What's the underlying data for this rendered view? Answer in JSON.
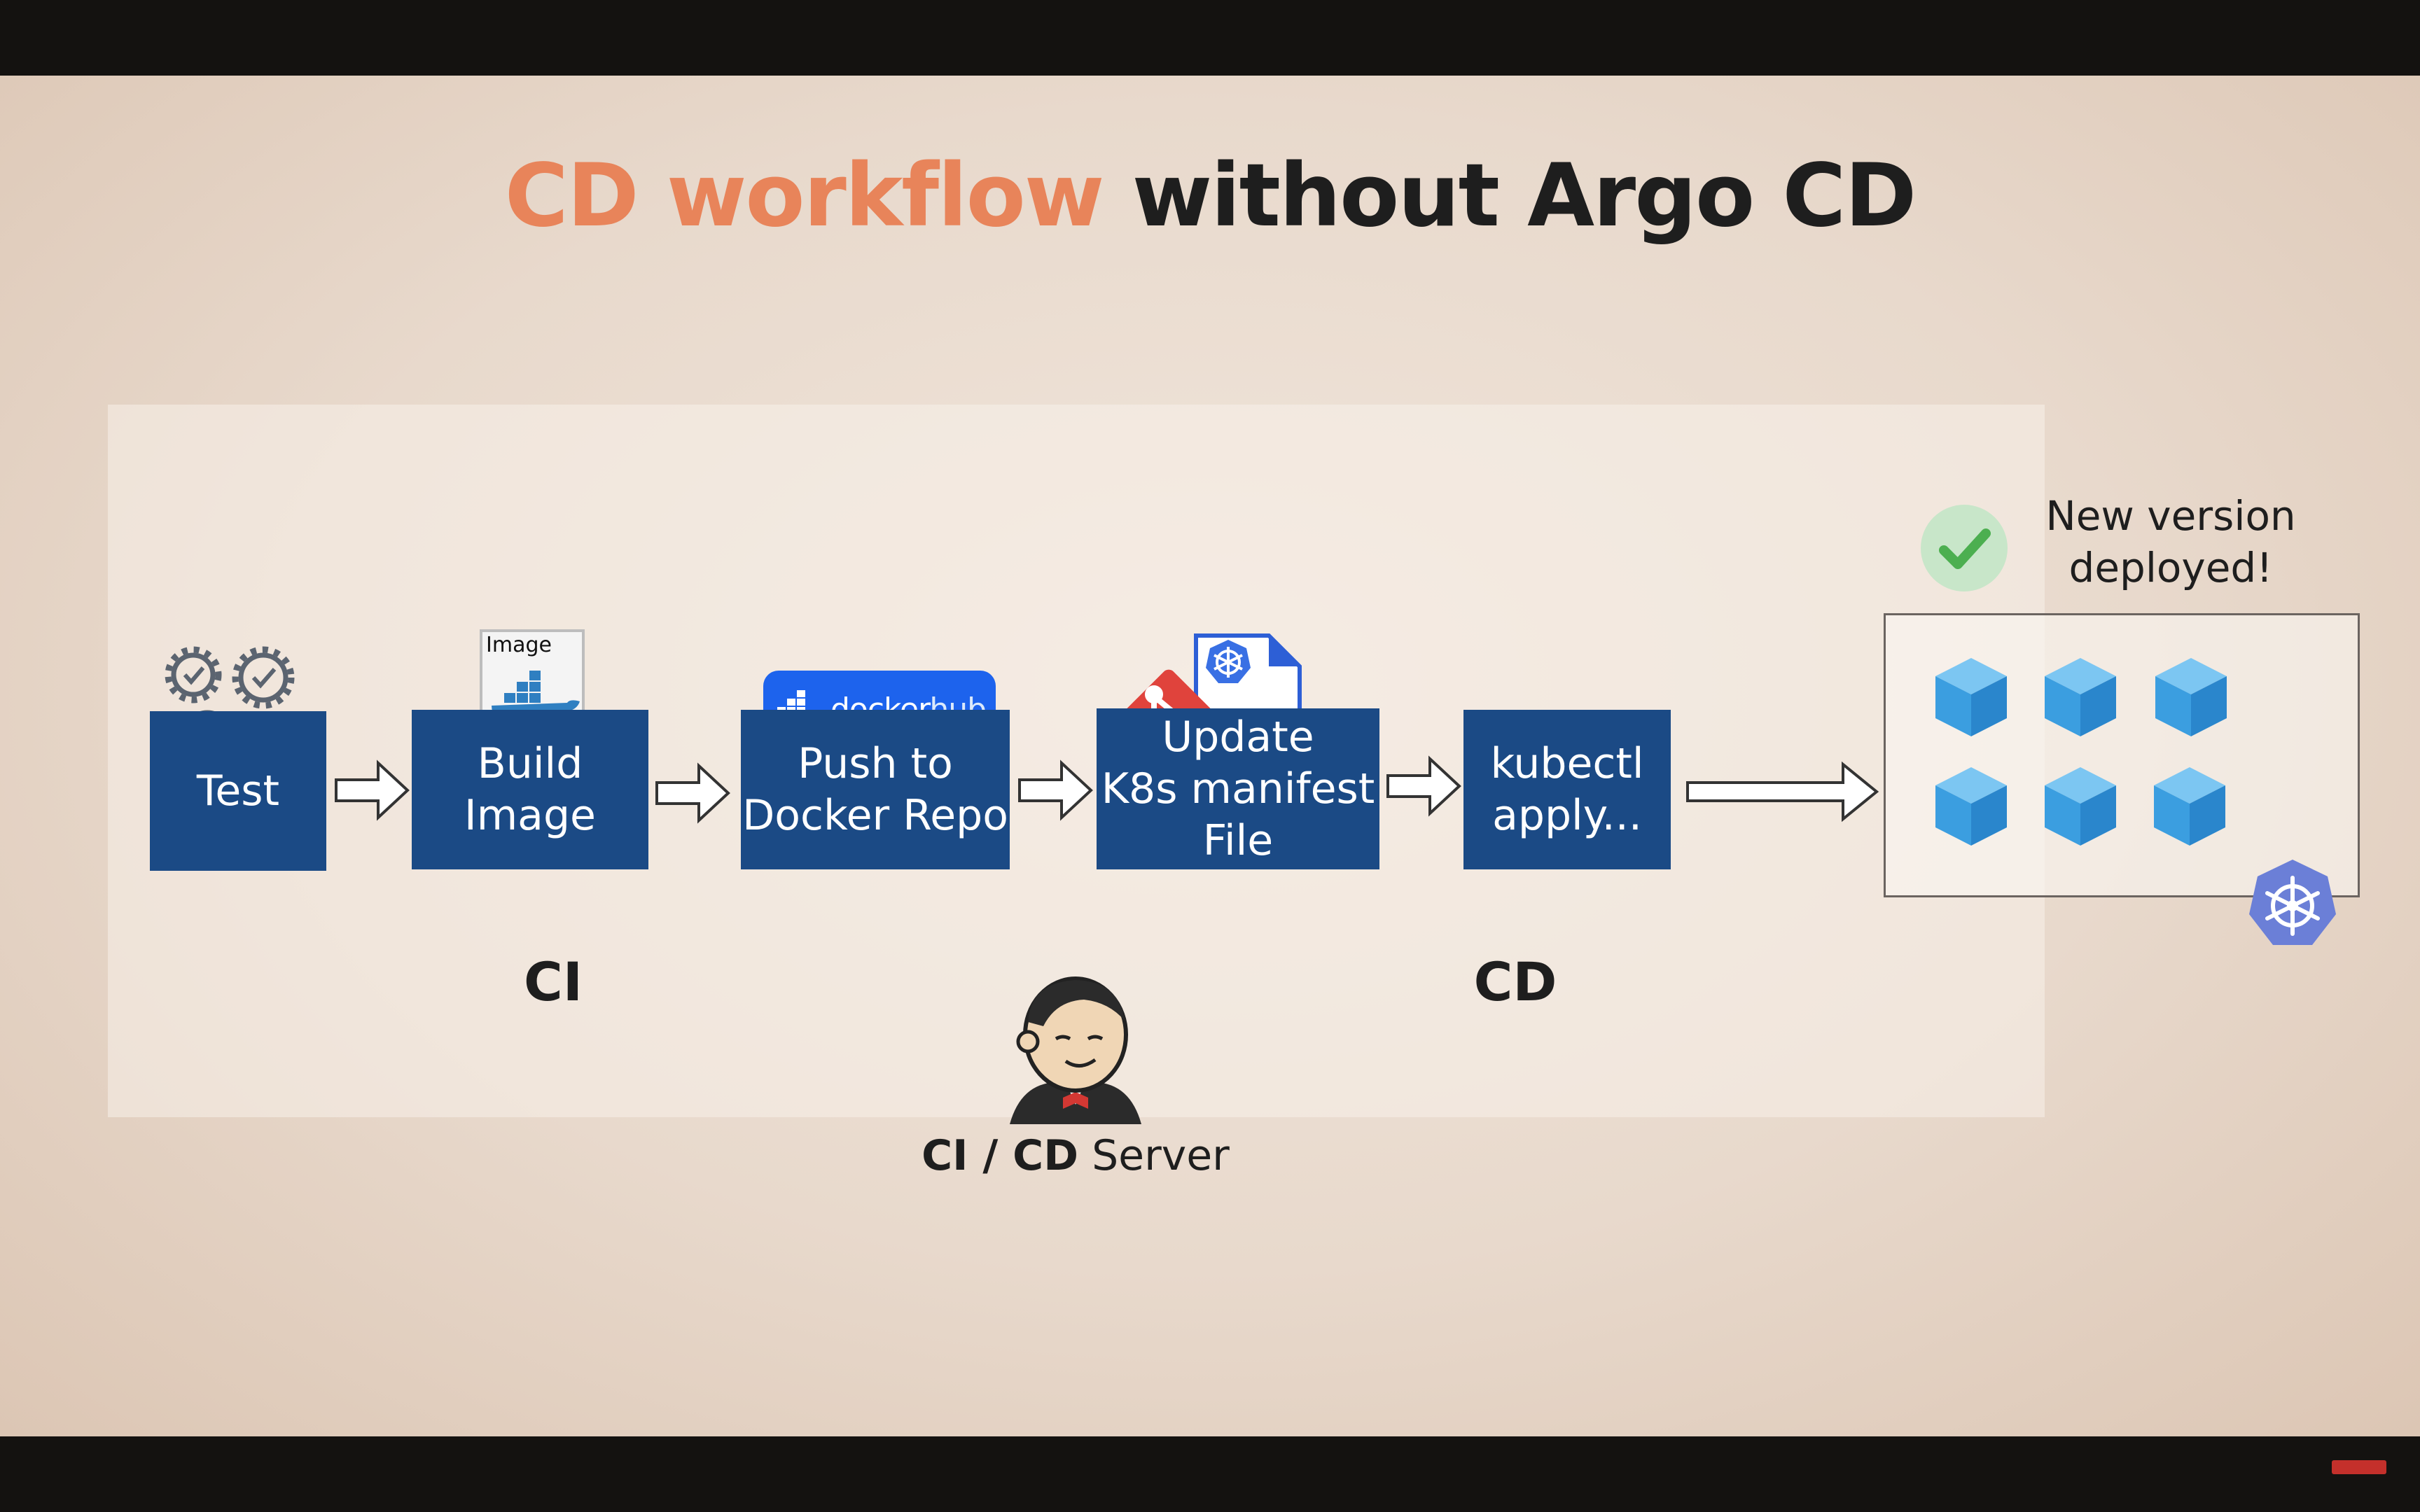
{
  "title": {
    "accent": "CD workflow",
    "rest": "without Argo CD"
  },
  "steps": [
    {
      "label": "Test"
    },
    {
      "label": "Build\nImage"
    },
    {
      "label": "Push to\nDocker Repo"
    },
    {
      "label": "Update\nK8s manifest\nFile"
    },
    {
      "label": "kubectl\napply..."
    }
  ],
  "icons": {
    "test": "gears-magnifier-icon",
    "image": "docker-image-icon",
    "registry": "dockerhub-logo-icon",
    "git": "git-icon",
    "manifest": "k8s-manifest-file-icon",
    "server": "jenkins-icon",
    "check": "checkmark-icon",
    "pods": "pod-cube-icon",
    "cluster": "kubernetes-helm-icon"
  },
  "image_label": "Image",
  "dockerhub": {
    "bold": "docker",
    "thin": "hub"
  },
  "phases": {
    "ci": "CI",
    "cd": "CD"
  },
  "server": {
    "bold": "CI / CD",
    "rest": "Server"
  },
  "deployed_text": "New version\ndeployed!",
  "colors": {
    "accent": "#e8845a",
    "step_fill": "#1b4a85",
    "pod_blue": "#4aa9e6",
    "k8s_blue": "#6b7fd7",
    "check_green": "#4caf50",
    "git_red": "#e0433c",
    "docker_blue": "#1d63ed"
  }
}
